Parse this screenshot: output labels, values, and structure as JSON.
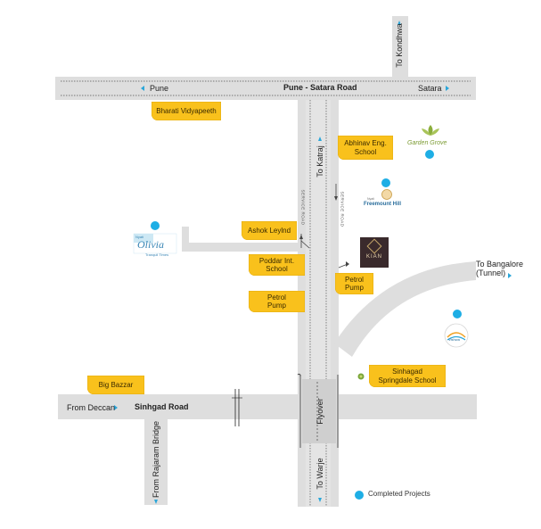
{
  "roads": {
    "pune_satara_road": "Pune - Satara Road",
    "pune": "Pune",
    "satara": "Satara",
    "to_kondhwa": "To Kondhwa",
    "to_katraj": "To Katraj",
    "service_road": "SERVICE ROAD",
    "to_bangalore_line1": "To Bangalore",
    "to_bangalore_line2": "(Tunnel)",
    "from_deccan": "From Deccan",
    "sinhgad_road": "Sinhgad Road",
    "from_rajaram_bridge": "From Rajaram Bridge",
    "flyover": "Flyover",
    "to_warje": "To Warje"
  },
  "landmarks": {
    "bharati_vidyapeeth": "Bharati Vidyapeeth",
    "abhinav_school": "Abhinav Eng. School",
    "ashok_leyland": "Ashok Leylnd",
    "poddar_school": "Poddar Int. School",
    "petrol_pump_left": "Petrol Pump",
    "petrol_pump_right": "Petrol Pump",
    "big_bazzar": "Big Bazzar",
    "sinhagad_school": "Sinhagad Springdale School"
  },
  "projects": {
    "garden_grove": "Garden Grove",
    "freemount_hill": "Freemount Hill",
    "freemount_prefix": "Nyati",
    "olivia": "Olivia",
    "olivia_prefix": "Nyati",
    "olivia_sub": "Tranquil Times",
    "kian": "KIAN",
    "vishwa": "Vishwa"
  },
  "legend": {
    "completed_projects": "Completed Projects"
  },
  "colors": {
    "road_fill": "#dedede",
    "road_edge": "#cfcfcf",
    "label_bg": "#f9c11c",
    "completed_dot": "#1eaee5",
    "arrow": "#2aa6d9"
  }
}
